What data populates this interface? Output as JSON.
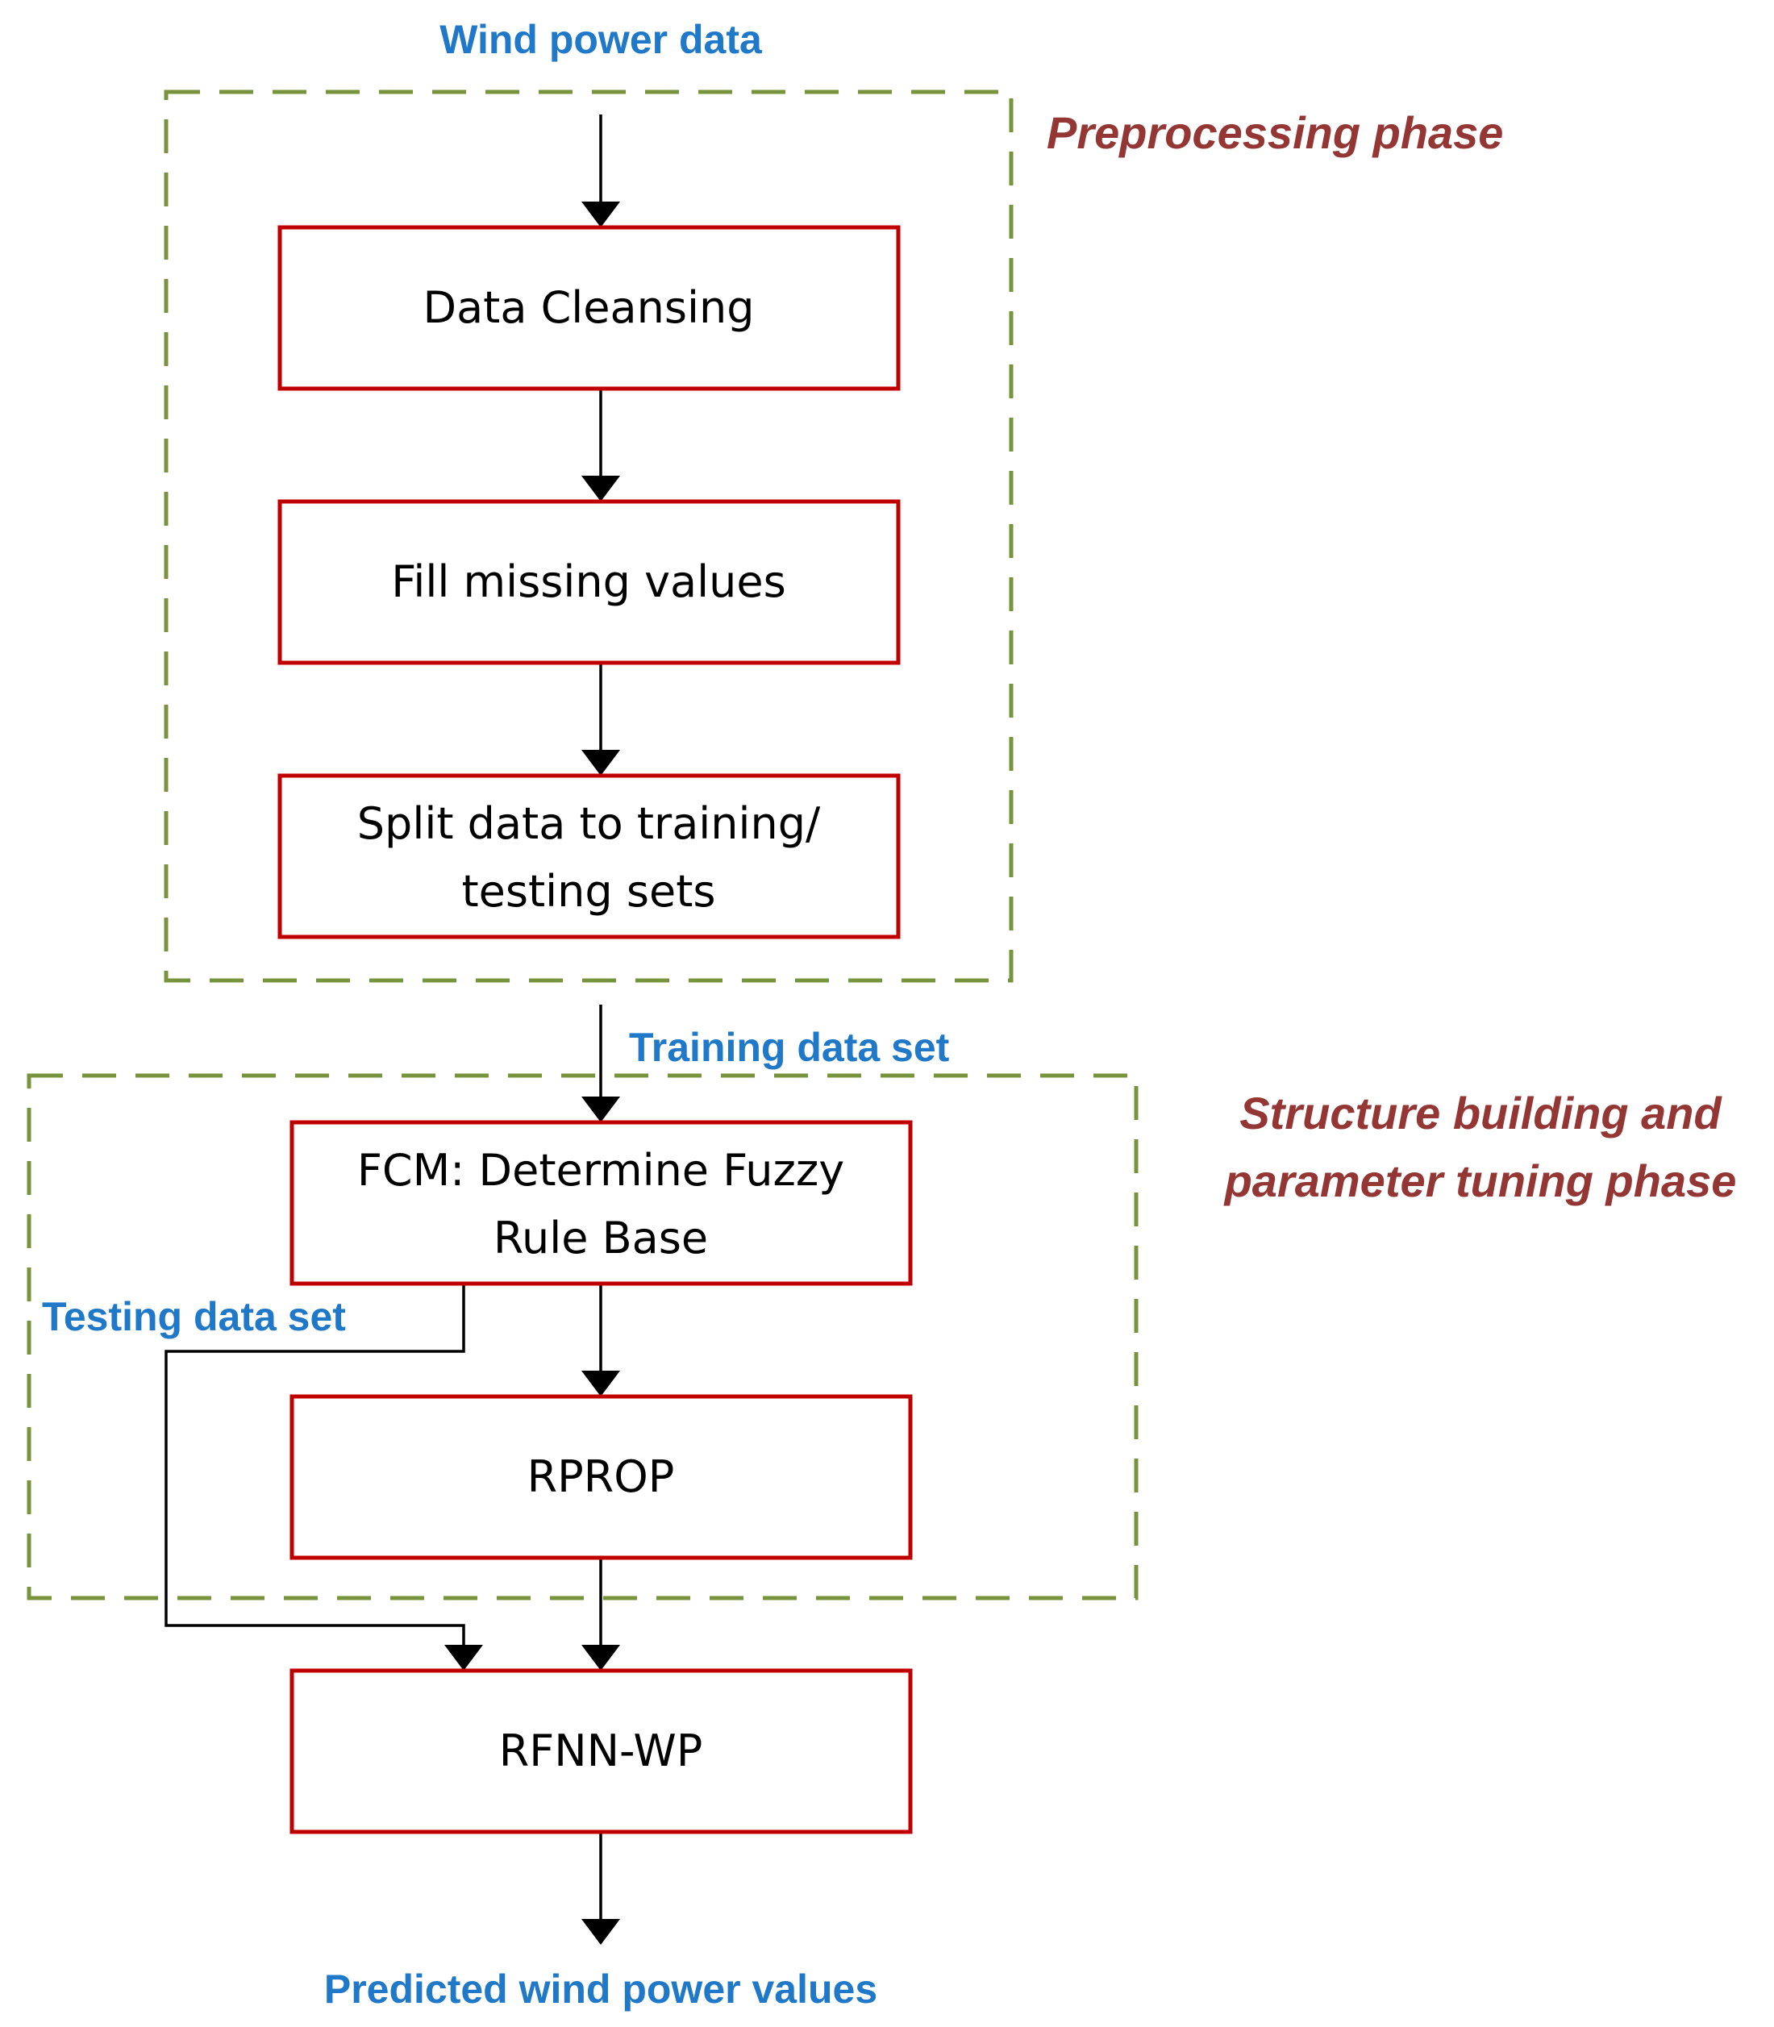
{
  "inputs": {
    "wind_power_data": "Wind power data",
    "training_data_set": "Training data set",
    "testing_data_set": "Testing data set",
    "predicted_wind_power_values": "Predicted wind power values"
  },
  "phases": {
    "preprocessing": "Preprocessing phase",
    "structure_line1": "Structure building and",
    "structure_line2": "parameter tuning phase"
  },
  "steps": {
    "data_cleansing": "Data Cleansing",
    "fill_missing": "Fill missing values",
    "split_line1": "Split data to training/",
    "split_line2": "testing sets",
    "fcm_line1": "FCM: Determine Fuzzy",
    "fcm_line2": "Rule Base",
    "rprop": "RPROP",
    "rfnn_wp": "RFNN-WP"
  },
  "colors": {
    "phase_border": "#77933C",
    "step_border": "#C00000",
    "flow_label": "#1F78C8",
    "phase_label": "#943634"
  }
}
